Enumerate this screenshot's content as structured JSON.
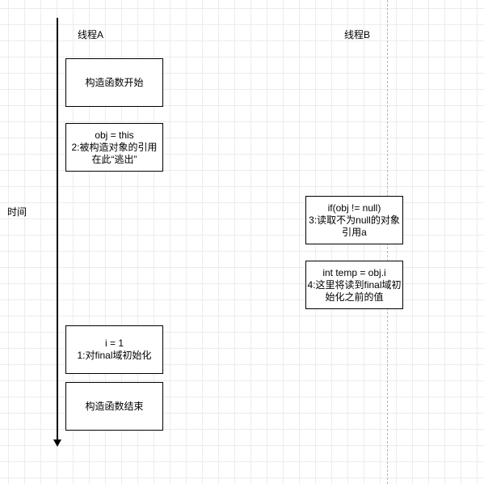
{
  "time_label": "时间",
  "thread_a": {
    "title": "线程A",
    "steps": [
      {
        "lines": [
          "构造函数开始"
        ]
      },
      {
        "lines": [
          "obj = this",
          "2:被构造对象的引用",
          "在此“逃出”"
        ]
      },
      {
        "lines": [
          "i = 1",
          "1:对final域初始化"
        ]
      },
      {
        "lines": [
          "构造函数结束"
        ]
      }
    ]
  },
  "thread_b": {
    "title": "线程B",
    "steps": [
      {
        "lines": [
          "if(obj != null)",
          "3:读取不为null的对象",
          "引用a"
        ]
      },
      {
        "lines": [
          "int temp = obj.i",
          "4:这里将读到final域初",
          "始化之前的值"
        ]
      }
    ]
  }
}
